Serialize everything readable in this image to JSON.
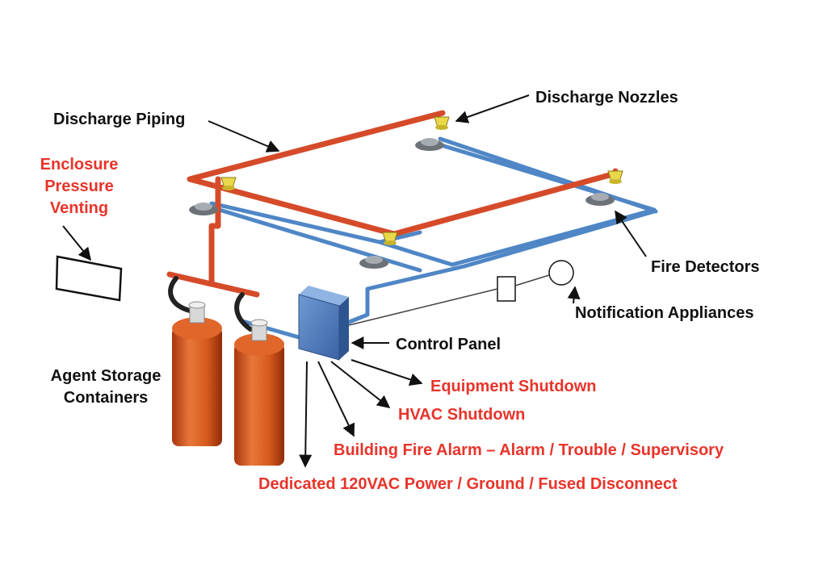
{
  "colors": {
    "red_pipe": "#d54b2a",
    "blue_pipe": "#4f86c6",
    "label_black": "#111111",
    "label_red": "#e8342a",
    "cylinder": "#d65a1c",
    "panel": "#4f7fc0",
    "nozzle": "#e9d84a",
    "detector": "#8a8f96"
  },
  "labels": {
    "discharge_nozzles": "Discharge Nozzles",
    "discharge_piping": "Discharge Piping",
    "enclosure_1": "Enclosure",
    "enclosure_2": "Pressure",
    "enclosure_3": "Venting",
    "fire_detectors": "Fire Detectors",
    "notification_appliances": "Notification Appliances",
    "control_panel": "Control Panel",
    "agent_1": "Agent Storage",
    "agent_2": "Containers",
    "equipment_shutdown": "Equipment Shutdown",
    "hvac_shutdown": "HVAC Shutdown",
    "building_fire_alarm": "Building Fire Alarm – Alarm / Trouble / Supervisory",
    "power": "Dedicated 120VAC Power / Ground / Fused Disconnect"
  }
}
